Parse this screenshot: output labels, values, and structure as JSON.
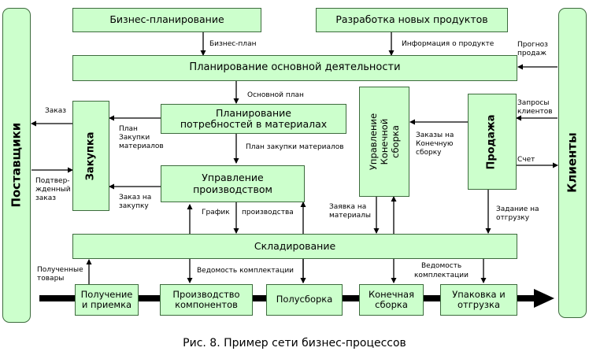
{
  "boxes": {
    "suppliers": "Поставщики",
    "clients": "Клиенты",
    "business_planning": "Бизнес-планирование",
    "new_products": "Разработка новых продуктов",
    "main_planning": "Планирование основной деятельности",
    "purchasing": "Закупка",
    "mrp_line1": "Планирование",
    "mrp_line2": "потребностей в материалах",
    "prod_mgmt_line1": "Управление",
    "prod_mgmt_line2": "производством",
    "final_assembly_mgmt_line1": "Управление",
    "final_assembly_mgmt_line2": "Конечной",
    "final_assembly_mgmt_line3": "сборка",
    "sales": "Продажа",
    "warehousing": "Складирование",
    "receiving_line1": "Получение",
    "receiving_line2": "и приемка",
    "component_prod_line1": "Производство",
    "component_prod_line2": "компонентов",
    "subassembly": "Полусборка",
    "final_assembly_line1": "Конечная",
    "final_assembly_line2": "сборка",
    "packing_line1": "Упаковка и",
    "packing_line2": "отгрузка"
  },
  "labels": {
    "business_plan": "Бизнес-план",
    "product_info": "Информация о продукте",
    "sales_forecast_1": "Прогноз",
    "sales_forecast_2": "продаж",
    "master_plan": "Основной план",
    "order": "Заказ",
    "material_plan_1": "План",
    "material_plan_2": "Закупки",
    "material_plan_3": "материалов",
    "material_purchase_plan": "План закупки материалов",
    "confirmed_order_1": "Подтвер-",
    "confirmed_order_2": "жденный",
    "confirmed_order_3": "заказ",
    "purchase_order_1": "Заказ на",
    "purchase_order_2": "закупку",
    "schedule": "График",
    "production": "производства",
    "customer_requests_1": "Запросы",
    "customer_requests_2": "клиентов",
    "fa_orders_1": "Заказы на",
    "fa_orders_2": "Конечную",
    "fa_orders_3": "сборку",
    "invoice": "Счет",
    "material_request_1": "Заявка на",
    "material_request_2": "материалы",
    "shipment_task_1": "Задание на",
    "shipment_task_2": "отгрузку",
    "received_goods_1": "Полученные",
    "received_goods_2": "товары",
    "kitting_list": "Ведомость комплектации",
    "kitting_list2_1": "Ведомость",
    "kitting_list2_2": "комплектации"
  },
  "caption": "Рис. 8. Пример сети бизнес-процессов",
  "colors": {
    "box_fill": "#ccffcc",
    "side_fill": "#ccffcc",
    "line": "#000000"
  }
}
